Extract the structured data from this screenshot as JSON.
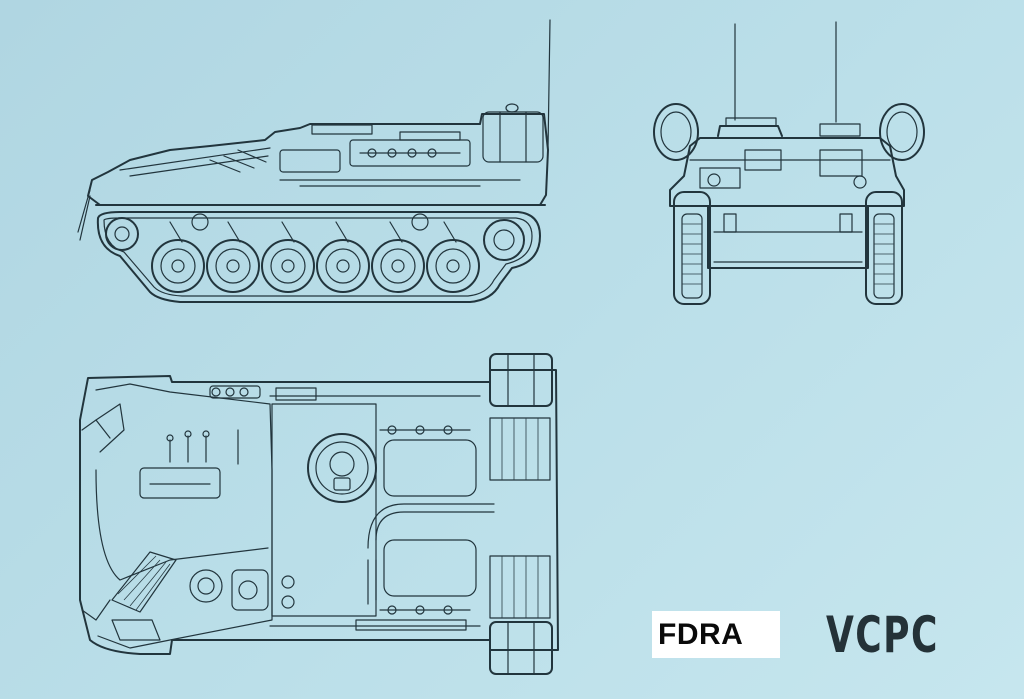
{
  "labels": {
    "source_tag": "FDRA",
    "vehicle_designation": "VCPC"
  },
  "colors": {
    "background": "#b7dbe6",
    "line": "#22353d",
    "label_box": "#ffffff",
    "vcpc_text": "#243238"
  },
  "views": [
    {
      "name": "side-view"
    },
    {
      "name": "front-view"
    },
    {
      "name": "top-view"
    }
  ]
}
